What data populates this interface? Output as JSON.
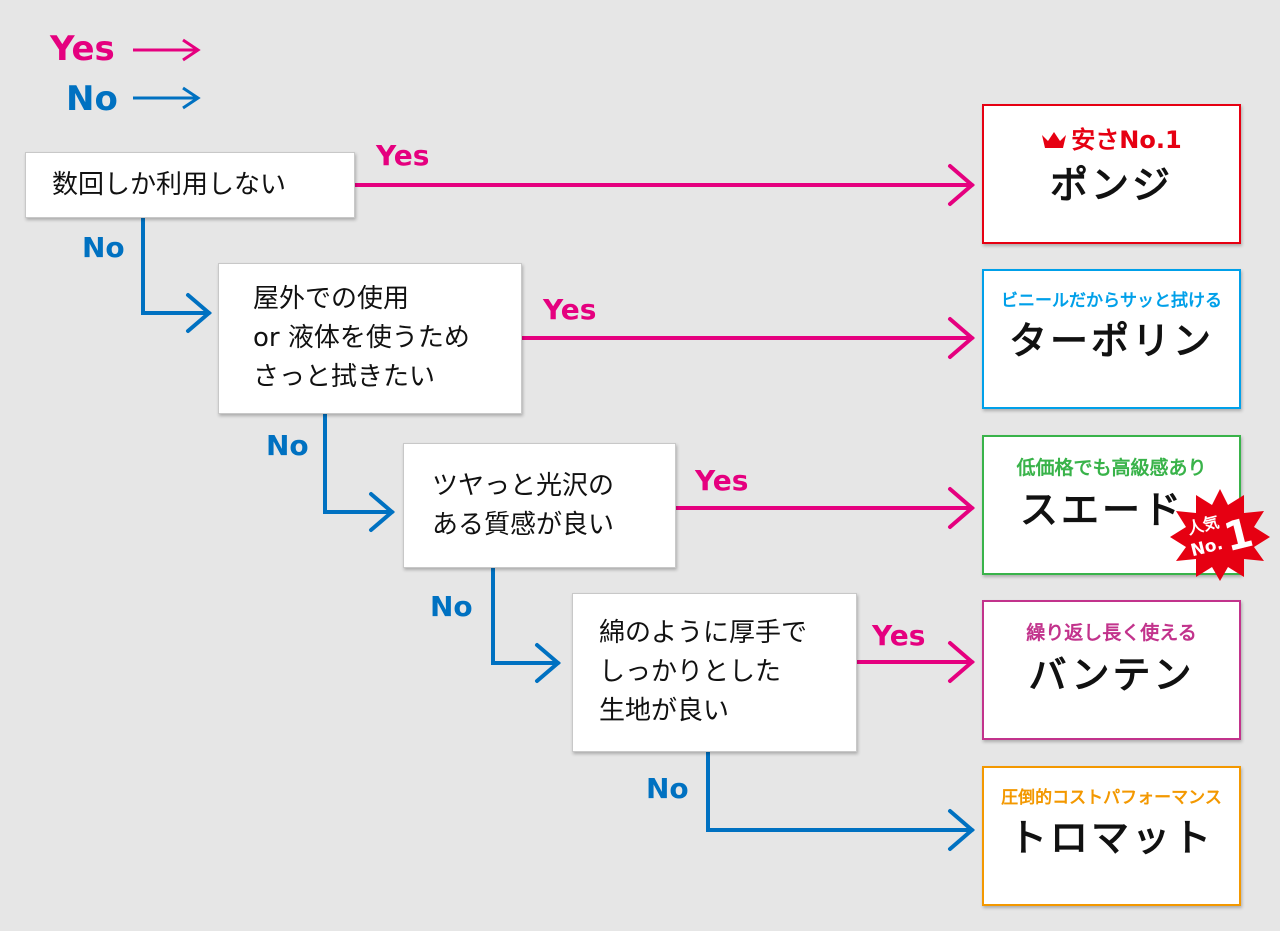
{
  "legend": {
    "yes": "Yes",
    "no": "No"
  },
  "colors": {
    "yes": "#e5007f",
    "no": "#0071c1",
    "background": "#e6e6e6"
  },
  "questions": [
    {
      "text": "数回しか利用しない"
    },
    {
      "text": "屋外での使用\nor 液体を使うため\nさっと拭きたい"
    },
    {
      "text": "ツヤっと光沢の\nある質感が良い"
    },
    {
      "text": "綿のように厚手で\nしっかりとした\n生地が良い"
    }
  ],
  "edges": {
    "yes_label": "Yes",
    "no_label": "No"
  },
  "results": [
    {
      "tagline": "安さNo.1",
      "name": "ポンジ",
      "border": "#e60012",
      "tag_color": "#e60012",
      "icon": "crown-icon"
    },
    {
      "tagline": "ビニールだからサッと拭ける",
      "name": "ターポリン",
      "border": "#00a0e9",
      "tag_color": "#00a0e9"
    },
    {
      "tagline": "低価格でも高級感あり",
      "name": "スエード",
      "border": "#39b34a",
      "tag_color": "#39b34a",
      "badge": {
        "line1": "人気",
        "line2": "No.",
        "line3": "1",
        "color": "#e60012",
        "icon": "starburst-icon"
      }
    },
    {
      "tagline": "繰り返し長く使える",
      "name": "バンテン",
      "border": "#c2338c",
      "tag_color": "#c2338c"
    },
    {
      "tagline": "圧倒的コストパフォーマンス",
      "name": "トロマット",
      "border": "#f39800",
      "tag_color": "#f39800"
    }
  ]
}
